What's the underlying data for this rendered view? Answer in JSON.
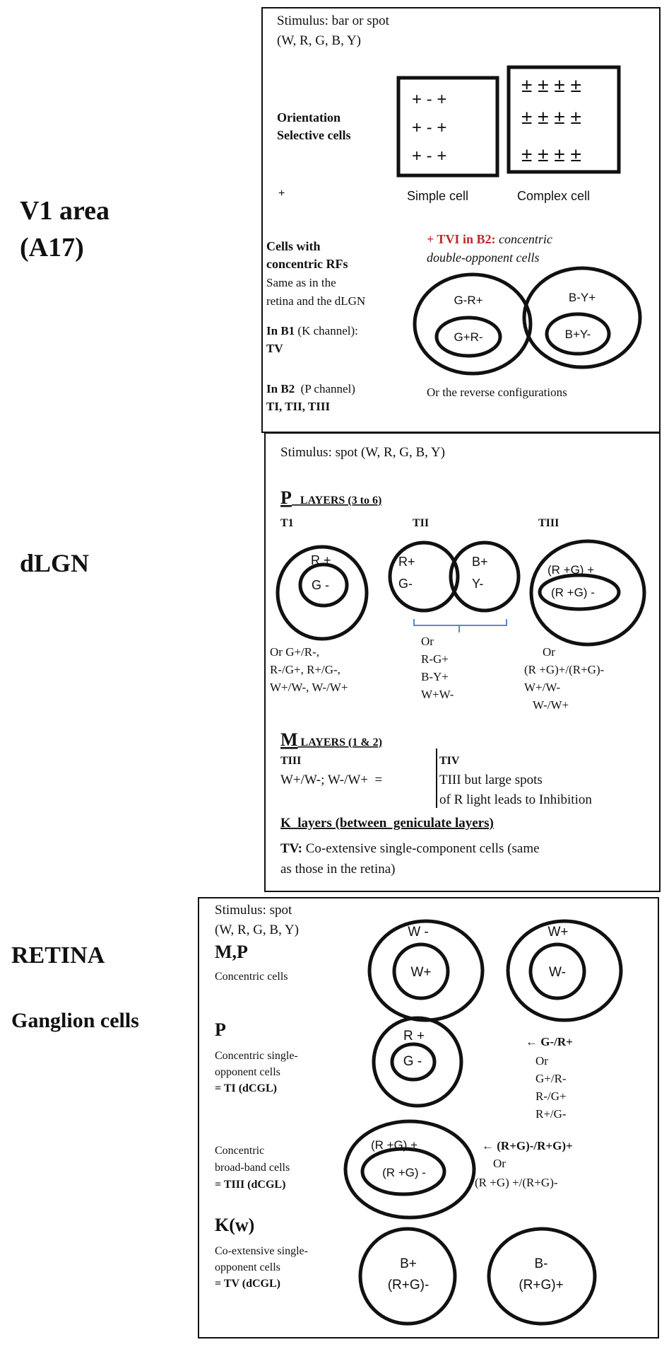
{
  "side_labels": {
    "v1_line1": "V1 area",
    "v1_line2": "(A17)",
    "dlgn": "dLGN",
    "retina": "RETINA",
    "ganglion": "Ganglion cells"
  },
  "v1": {
    "stimulus_line1": "Stimulus: bar  or spot",
    "stimulus_line2": "(W, R, G, B, Y)",
    "orientation_line1": "Orientation",
    "orientation_line2": "Selective cells",
    "plus_mark": "+",
    "simple_rows": [
      "+   -  +",
      "+   -  +",
      "+   -  +"
    ],
    "complex_rows": [
      "± ± ± ±",
      "± ± ± ±",
      "± ± ± ±"
    ],
    "simple_label": "Simple  cell",
    "complex_label": "Complex  cell",
    "concentric_line1": "Cells with",
    "concentric_line2": "concentric RFs",
    "same_line1": "Same as in the",
    "same_line2": "retina and the dLGN",
    "b1_bold": "In B1",
    "b1_rest": " (K channel):",
    "b1_type": "TV",
    "b2_bold": "In B2",
    "b2_rest": "  (P channel)",
    "b2_types": "TI, TII, TIII",
    "tvi_red": "+ TVI in B2:",
    "tvi_italic": " concentric",
    "tvi_line2": "double-opponent cells",
    "cell1_outer": "G-R+",
    "cell1_inner": "G+R-",
    "cell2_outer": "B-Y+",
    "cell2_inner": "B+Y-",
    "reverse_note": "Or the reverse configurations"
  },
  "dlgn": {
    "stimulus": "Stimulus:  spot (W, R, G, B,  Y)",
    "p_letter": "P",
    "p_layers": "   LAYERS (3 to 6)",
    "t1_label": "T1",
    "tii_label": "TII",
    "tiii_label": "TIII",
    "t1_outer": "R +",
    "t1_inner": "G -",
    "tii_a_line1": "R+",
    "tii_a_line2": "G-",
    "tii_b_line1": "B+",
    "tii_b_line2": "Y-",
    "tiii_outer": "(R +G) +",
    "tiii_inner": "(R +G) -",
    "t1_or": [
      "Or G+/R-,",
      "R-/G+,  R+/G-,",
      "W+/W-, W-/W+"
    ],
    "tii_or": [
      "Or",
      "R-G+",
      "B-Y+",
      "W+W-"
    ],
    "tiii_or": [
      "Or",
      "(R +G)+/(R+G)-",
      "W+/W-",
      "W-/W+"
    ],
    "m_letter": "M",
    "m_layers": " LAYERS (1 & 2)",
    "m_tiii": "TIII",
    "m_tiv": "TIV",
    "m_text": "W+/W-; W-/W+  =",
    "tiv_line1": "TIII  but large spots",
    "tiv_line2": "of R  light leads to Inhibition",
    "k_title": "K  layers (between  geniculate layers)",
    "tv_bold": "TV:",
    "tv_text": " Co-extensive single-component cells (same",
    "tv_text2": "as those in the retina)"
  },
  "retina": {
    "stimulus_line1": "Stimulus:  spot",
    "stimulus_line2": "(W, R, G, B, Y)",
    "mp_title": "M,P",
    "mp_sub": "Concentric cells",
    "mp_c1_outer": "W -",
    "mp_c1_inner": "W+",
    "mp_c2_outer": "W+",
    "mp_c2_inner": "W-",
    "p_title": "P",
    "p_sub": [
      "Concentric single-",
      "opponent cells"
    ],
    "p_eq": "= TI  (dCGL)",
    "p_c_outer": "R +",
    "p_c_inner": "G -",
    "p_or": [
      "←  G-/R+",
      "Or",
      "G+/R-",
      "R-/G+",
      "R+/G-"
    ],
    "bb_sub": [
      "Concentric",
      "broad-band cells"
    ],
    "bb_eq": "= TIII  (dCGL)",
    "bb_outer": "(R +G) +",
    "bb_inner": "(R +G) -",
    "bb_or": [
      "←  (R+G)-/R+G)+",
      "Or",
      "(R +G) +/(R+G)-"
    ],
    "k_title": "K(w)",
    "k_sub": [
      "Co-extensive single-",
      "opponent cells"
    ],
    "k_eq": "= TV  (dCGL)",
    "k_c1": [
      "B+",
      "(R+G)-"
    ],
    "k_c2": [
      "B-",
      "(R+G)+"
    ]
  }
}
